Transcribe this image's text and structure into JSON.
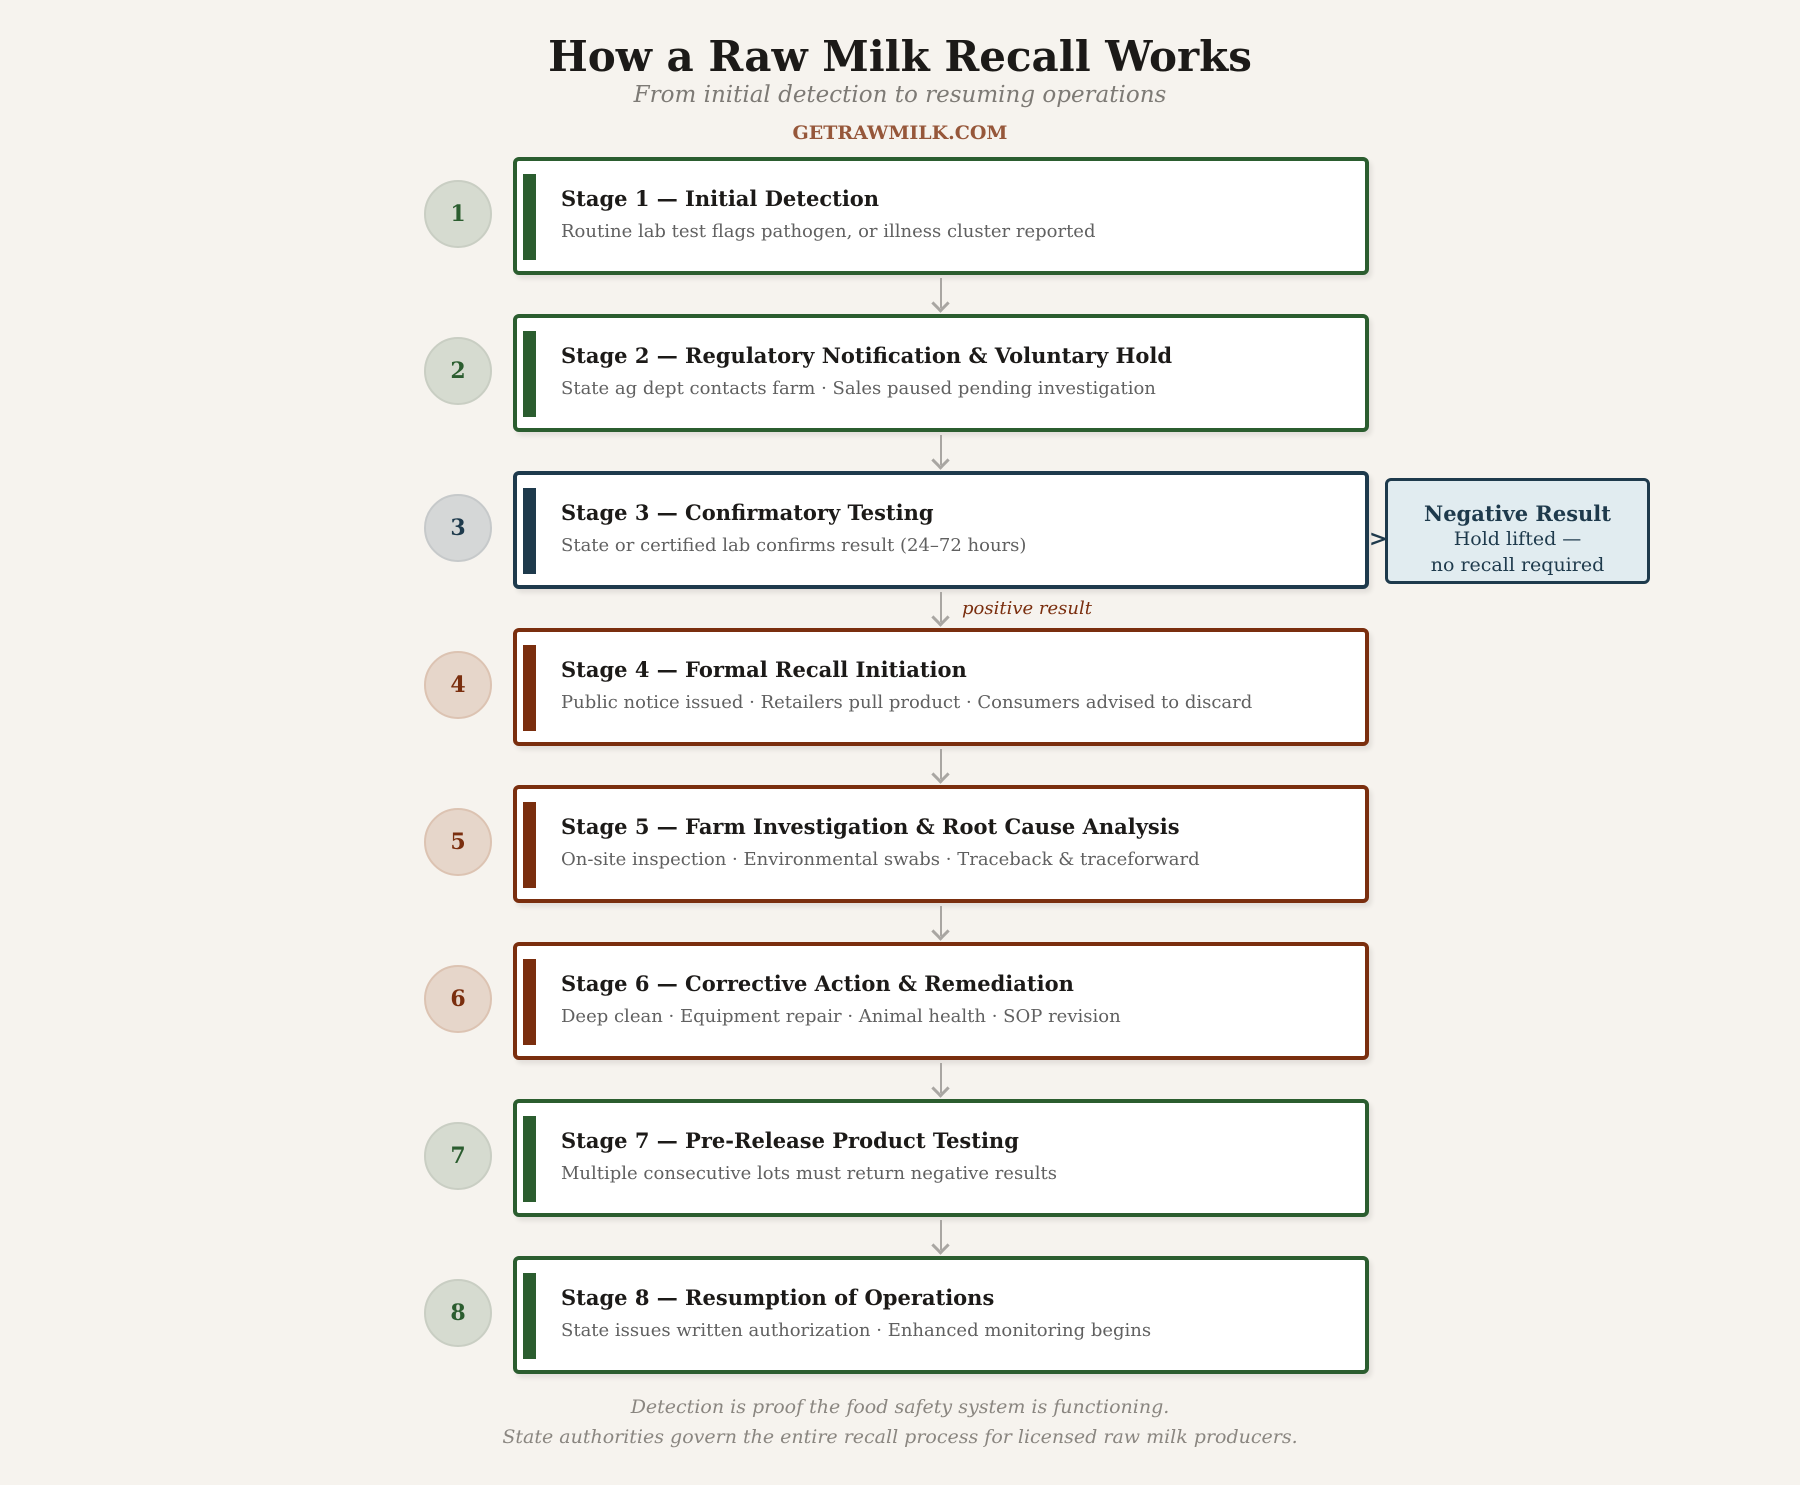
{
  "header": {
    "title": "How a Raw Milk Recall Works",
    "subtitle": "From initial detection to resuming operations",
    "brand": "GETRAWMILK.COM"
  },
  "colors": {
    "green": "#2b5d2f",
    "navy": "#1e3a4c",
    "rust": "#7a2e0e",
    "background": "#f6f3ee",
    "arrow": "#a9a6a2"
  },
  "stages": [
    {
      "number": "1",
      "title": "Stage 1 — Initial Detection",
      "description": "Routine lab test flags pathogen, or illness cluster reported",
      "color": "green"
    },
    {
      "number": "2",
      "title": "Stage 2 — Regulatory Notification & Voluntary Hold",
      "description": "State ag dept contacts farm · Sales paused pending investigation",
      "color": "green"
    },
    {
      "number": "3",
      "title": "Stage 3 — Confirmatory Testing",
      "description": "State or certified lab confirms result (24–72 hours)",
      "color": "navy"
    },
    {
      "number": "4",
      "title": "Stage 4 — Formal Recall Initiation",
      "description": "Public notice issued · Retailers pull product · Consumers advised to discard",
      "color": "rust"
    },
    {
      "number": "5",
      "title": "Stage 5 — Farm Investigation & Root Cause Analysis",
      "description": "On-site inspection · Environmental swabs · Traceback & traceforward",
      "color": "rust"
    },
    {
      "number": "6",
      "title": "Stage 6 — Corrective Action & Remediation",
      "description": "Deep clean · Equipment repair · Animal health · SOP revision",
      "color": "rust"
    },
    {
      "number": "7",
      "title": "Stage 7 — Pre-Release Product Testing",
      "description": "Multiple consecutive lots must return negative results",
      "color": "green"
    },
    {
      "number": "8",
      "title": "Stage 8 — Resumption of Operations",
      "description": "State issues written authorization · Enhanced monitoring begins",
      "color": "green"
    }
  ],
  "branch": {
    "positive_label": "positive result",
    "negative": {
      "title": "Negative Result",
      "line1": "Hold lifted —",
      "line2": "no recall required"
    }
  },
  "footer": {
    "line1": "Detection is proof the food safety system is functioning.",
    "line2": "State authorities govern the entire recall process for licensed raw milk producers."
  }
}
